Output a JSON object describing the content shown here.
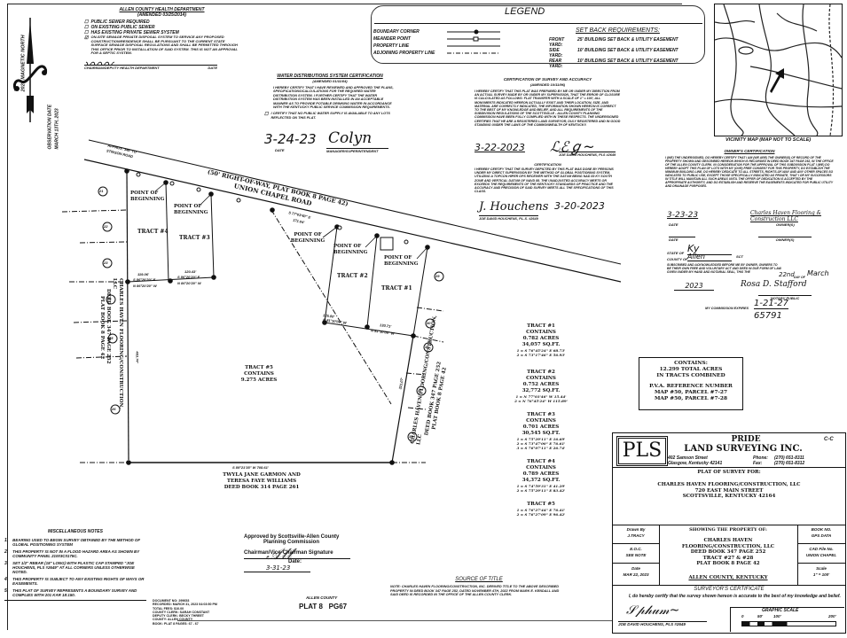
{
  "north_arrow": {
    "label": "2023 MAGNETIC NORTH",
    "observation_label": "OBSERVATION DATE",
    "observation_date": "MARCH 13TH, 2023"
  },
  "health_department": {
    "title": "ALLEN COUNTY HEALTH DEPARTMENT",
    "amended": "(AMENDED 03/25/2014)",
    "options": [
      "PUBLIC SEWER REQUIRED",
      "ON EXISTING PUBLIC SEWER",
      "HAS EXISTING PRIVATE SEWER SYSTEM",
      "ON-SITE SEWAGE PRIVATE DISPOSAL SYSTEM TO SERVICE ANY PROPOSED CONSTRUCTION/RESIDENCE SHALL BE PURSUANT TO THE CURRENT STATE SURFACE SEWAGE DISPOSAL REGULATIONS AND SHALL BE PERMITTED THROUGH THIS OFFICE PRIOR TO INSTALLATION OF SAID SYSTEM. THIS IS NOT AN APPROVAL FOR A SEPTIC SYSTEM."
    ],
    "signature_caption": "CHAIRMAN/DEPUTY HEALTH DEPARTMENT",
    "date_caption": "DATE"
  },
  "legend": {
    "title": "LEGEND",
    "items": [
      "BOUNDARY CORNER",
      "MEANDER POINT",
      "PROPERTY LINE",
      "ADJOINING PROPERTY LINE"
    ],
    "setback_title": "SET BACK REQUIREMENTS:",
    "setbacks": [
      {
        "label": "FRONT YARD:",
        "value": "25' BUILDING SET BACK & UTILITY EASEMENT"
      },
      {
        "label": "SIDE YARD:",
        "value": "10' BUILDING SET BACK & UTILITY EASEMENT"
      },
      {
        "label": "REAR YARD:",
        "value": "10' BUILDING SET BACK & UTILITY EASEMENT"
      }
    ]
  },
  "vicinity_map": {
    "caption": "VICINITY MAP (MAP NOT TO SCALE)"
  },
  "water_cert": {
    "title": "WATER DISTRIBUTIONS SYSTEM CERTIFICATION",
    "amended": "(AMENDED 01/11/04)",
    "text": "I HEREBY CERTIFY THAT I HAVE REVIEWED AND APPROVED THE PLANS, SPECIFICATIONS/CALCULATIONS FOR THE REQUIRED WATER DISTRIBUTION SYSTEM. I FURTHER CERTIFY THAT THE WATER DISTRIBUTION SYSTEM HAS BEEN INSTALLED IN AN ACCEPTABLE MANNER AS TO PROVIDE POTABLE DRINKING WATER IN ACCORDANCE WITH THE KENTUCKY PUBLIC SERVICE COMMISSION REQUIREMENTS.",
    "option": "I CERTIFY THAT NO PUBLIC WATER SUPPLY IS AVAILABLE TO ANY LOTS REFLECTED ON THIS PLAT.",
    "date": "3-24-23",
    "date_caption": "DATE",
    "signature": "Colyn",
    "signature_caption": "MANAGER/SUPERINTENDENT"
  },
  "survey_cert": {
    "title": "CERTIFICATION OF SURVEY AND ACCURACY",
    "amended": "(AMENDED 10/11/96)",
    "text": "I HEREBY CERTIFY THAT THIS PLAT WAS PREPARED BY ME OR UNDER MY DIRECTION FROM AN ACTUAL SURVEY MADE BY OR UNDER MY SUPERVISION, THAT THE ERROR OF CLOSURE IS CALCULATED AS FOLLOWS: FLAT TRANSFER WITH A SCALE OF 1\" = 100', ALL MONUMENTS INDICATED HEREON ACTUALLY EXIST AND THEIR LOCATION, SIZE, AND MATERIAL ARE CORRECTLY INDICATED, THE INFORMATION SHOWN HEREON IS CORRECT TO THE BEST OF MY KNOWLEDGE AND BELIEF, AND ALL REQUIREMENTS OF THE SUBDIVISION REGULATIONS OF THE SCOTTSVILLE - ALLEN COUNTY PLANNING COMMISSION HAVE BEEN FULLY COMPLIED WITH IN THESE RESPECTS. THE UNDERSIGNED CERTIFIES THAT HE ARE A REGISTERED LAND SURVEYOR, DULY REGISTERED AND IN GOOD STANDING UNDER THE LAWS OF THE COMMONWEALTH OF KENTUCKY.",
    "date": "3-22-2023",
    "date_caption": "DATE",
    "signer": "JOE DAVID HOUCHENS, PLS #2649"
  },
  "certification": {
    "title": "CERTIFICATION",
    "text": "I HEREBY CERTIFY THAT THE SURVEY DEPICTED BY THIS PLAT WAS DONE BY PERSONS UNDER MY DIRECT SUPERVISION BY THE METHOD OF GLOBAL POSITIONING SYSTEM, UTILIZING A TOPCON HIPER GPS RECEIVER WITH THE DATUM BEING NAD 83 KY SOUTH ZONE AND VERTICAL DATUM OF NAVD 88. THE UNADJUSTED ACCURACY MEETS OR EXCEEDS THE REQUIREMENTS OF THE KENTUCKY STANDARDS OF PRACTICE AND THE ACCURACY AND PRECISION OF SAID SURVEY MEETS ALL THE SPECIFICATIONS OF THIS CLASS.",
    "date": "3-20-2023",
    "signer": "JOE DAVID HOUCHENS, P.L.S. #2649"
  },
  "owners_cert": {
    "title": "OWNER'S CERTIFICATION",
    "text": "I (WE) THE UNDERSIGNED, DO HEREBY CERTIFY THAT I AM (WE ARE) THE OWNER(S) OF RECORD OF THE PROPERTY SHOWN AND DESCRIBED HEREON WHICH IS RECORDED IN DEED BOOK 347 PAGE 252, IN THE OFFICE OF THE ALLEN COUNTY CLERK. IN CONSIDERATION FOR THE APPROVAL OF THIS SUBDIVISION PLAT I (WE) DO HEREBY ADOPT THIS PLAN OF LOTS WITH MY (OUR) FREE CONSENT FOR THIS PROPERTY, DO ESTABLISH THE MINIMUM BUILDING LINE, DO HEREBY DEDICATE TO ALL STREETS, RIGHTS-OF-WAY AND ANY OTHER SPACES SO INDICATED TO PUBLIC USE, EXCEPT THOSE SPECIFICALLY INDICATED AS PRIVATE, THAT I OR MY SUCCESSORS IN TITLE WILL MAINTAIN ALL SUCH AREAS UNTIL THE OFFER OF DEDICATION IS ACCEPTED BY THE APPROPRIATE AUTHORITY, AND DO ESTABLISH AND RESERVE THE EASEMENTS INDICATED FOR PUBLIC UTILITY AND DRAINAGE PURPOSES.",
    "date": "3-23-23",
    "owner_signature": "Charles Haven Flooring & Construction LLC",
    "date_caption": "DATE",
    "owners_caption": "OWNER(S)",
    "state_label": "STATE OF",
    "state_value": "Ky",
    "county_label": "COUNTY OF",
    "county_value": "Allen",
    "sct": "SCT",
    "ack_text": "SUBSCRIBED AND ACKNOWLEDGED BEFORE ME BY OWNER, OWNERS TO BE THEIR OWN FREE AND VOLUNTARY ACT AND DEED IN DUE FORM OF LAW. GIVEN UNDER MY HAND AND NOTARIAL SEAL, THIS THE",
    "day": "22nd",
    "day_of": "DAY OF",
    "month": "March",
    "year": "2023",
    "notary_signature": "Rosa D. Stafford",
    "notary_caption": "NOTARY PUBLIC",
    "commission_label": "MY COMMISSION EXPIRES",
    "commission_date": "1-21-27",
    "notary_id": "65791"
  },
  "plat": {
    "road_name": "UNION CHAPEL ROAD",
    "road_row": "(50' RIGHT-OF-WAY, PLAT BOOK 8 PAGE 42)",
    "approx_note": "APPROX. 346' TO STINSON ROAD",
    "pob_label": "POINT OF BEGINNING",
    "road_calls": [
      "S 77°03'40\" E",
      "171.04'"
    ],
    "tracts": [
      {
        "name": "TRACT #4",
        "calls": [
          "119.06'",
          "S 86°20'20\" E",
          "N 86°20'20\" W",
          "119.06'",
          "N 06°36'38\" E",
          "306.50'"
        ]
      },
      {
        "name": "TRACT #3",
        "calls": [
          "120.43'",
          "S 86°20'20\" E",
          "N 86°20'20\" W",
          "120.43'",
          "S 06°36'38\" E",
          "270.16'"
        ]
      },
      {
        "name": "TRACT #2",
        "calls": [
          "125.00'",
          "N 81°10'08\" W",
          "S 81°10'08\" E",
          "125.00'",
          "S 07°09'17\" W",
          "267.09'"
        ]
      },
      {
        "name": "TRACT #1",
        "calls": [
          "130.71'",
          "N 81°10'08\" W",
          "S 81°10'08\" E",
          "130.71'",
          "S 09°09'50\" W",
          "245.09'"
        ]
      }
    ],
    "tract5": {
      "name": "TRACT #5",
      "contains": "CONTAINS",
      "acres": "9.275 ACRES"
    },
    "tract5_calls": [
      "N 06°36'38\" W",
      "483.74'",
      "S 09°09'38\" W",
      "321.07'"
    ],
    "south_line": "S 89°21'35\" W   708.61'",
    "south_adjoiner": [
      "TWYLA JANE GARMON AND",
      "TERESA FAYE WILLIAMS",
      "DEED BOOK 314 PAGE 261"
    ],
    "west_adjoiner": [
      "CHARLES HAVEN FLOORING/CONSTRUCTION, LLC",
      "DEED BOOK 347 PAGE 252",
      "PLAT BOOK 8 PAGE 42"
    ],
    "east_adjoiner": [
      "CHARLES HAVEN FLOORING/CONSTRUCTION, LLC",
      "DEED BOOK 347 PAGE 252",
      "PLAT BOOK 8 PAGE 42"
    ],
    "lot_numbers_west": [
      "21",
      "22",
      "23",
      "24",
      "25",
      "26"
    ],
    "lot_numbers_east": [
      "29",
      "30",
      "31",
      "32",
      "33"
    ]
  },
  "tract_table": [
    {
      "name": "TRACT #1",
      "contains": "CONTAINS",
      "acres": "0.782 ACRES",
      "sqft": "34,057 SQ.FT.",
      "lines": [
        "1 = S 76°45'24\" E   68.73'",
        "2 = S 73°17'46\" E   56.93'"
      ]
    },
    {
      "name": "TRACT #2",
      "contains": "CONTAINS",
      "acres": "0.752 ACRES",
      "sqft": "32,772 SQ.FT.",
      "lines": [
        "1 = N 77°03'46\" W   15.44'",
        "2 = N 76°45'24\" W   115.89'"
      ]
    },
    {
      "name": "TRACT #3",
      "contains": "CONTAINS",
      "acres": "0.701 ACRES",
      "sqft": "30,545 SQ.FT.",
      "lines": [
        "1 = S 75°29'11\" E   16.69'",
        "2 = S 73°47'00\" E   76.61'",
        "3 = S 76°07'11\" E   26.74'"
      ]
    },
    {
      "name": "TRACT #4",
      "contains": "CONTAINS",
      "acres": "0.789 ACRES",
      "sqft": "34,372 SQ.FT.",
      "lines": [
        "1 = S 74°59'31\" E   41.29'",
        "2 = S 75°29'11\" E   83.42'"
      ]
    },
    {
      "name": "TRACT #5",
      "lines": [
        "1 = S 76°27'44\" E   76.41'",
        "2 = S 76°27'09\" E   96.42'"
      ]
    }
  ],
  "contains_box": {
    "lines": [
      "CONTAINS:",
      "12.299 TOTAL ACRES",
      "IN TRACTS COMBINED"
    ],
    "pva_title": "P.V.A. REFERENCE NUMBER",
    "pva": [
      "MAP #50, PARCEL #7-27",
      "MAP #50, PARCEL #7-28"
    ]
  },
  "title_block": {
    "logo": "PLS",
    "company_line1": "PRIDE",
    "company_line2": "LAND SURVEYING INC.",
    "address1": "402 Samson Street",
    "address2": "Glasgow, Kentucky  42141",
    "phone_label": "Phone:",
    "phone": "(270) 651-8311",
    "fax_label": "Fax:",
    "fax": "(270) 651-8312",
    "code": "C-C",
    "plat_for": "PLAT OF SURVEY FOR:",
    "client": [
      "CHARLES HAVEN FLOORING/CONSTRUCTION, LLC",
      "720 EAST MAIN STREET",
      "SCOTTSVILLE, KENTUCKY 42164"
    ],
    "drawn_by_label": "Drawn By",
    "drawn_by": "J.TRACY",
    "eoc_label": "E.O.C.",
    "eoc": "SEE NOTE",
    "date_label": "Date",
    "date": "MAR 22, 2023",
    "showing": "SHOWING THE PROPERTY OF:",
    "property": [
      "CHARLES HAVEN",
      "FLOORING/CONSTRUCTION, LLC",
      "DEED BOOK 347 PAGE 252",
      "TRACT #27 & #28",
      "PLAT BOOK 8 PAGE 42"
    ],
    "county": "ALLEN COUNTY, KENTUCKY",
    "book_label": "BOOK NO.",
    "book": "GPS DATA",
    "cad_label": "CAD File No.",
    "cad": "UNION CHAPEL",
    "scale_label": "Scale",
    "scale": "1\" = 100'",
    "cert_title": "SURVEYOR'S CERTIFICATE",
    "cert_text": "I, do hereby certify that the survey shown hereon is accurate to the best of my knowledge and belief.",
    "signer": "JOE DAVID HOUCHENS, PLS #2649",
    "graphic_scale_label": "GRAPHIC SCALE",
    "graphic_scale_ticks": [
      "0",
      "50'",
      "100'",
      "200'"
    ]
  },
  "misc_notes": {
    "title": "MISCELLANEOUS NOTES",
    "notes": [
      {
        "num": "1.",
        "text": "BEARING USED TO BEGIN SURVEY OBTAINED BY THE METHOD OF GLOBAL POSITIONING SYSTEM"
      },
      {
        "num": "2.",
        "text": "THIS PROPERTY IS NOT IN A FLOOD HAZARD AREA AS SHOWN BY COMMUNITY PANEL 21003C0175C."
      },
      {
        "num": "3.",
        "text": "SET 1/2\" REBAR (18\" LONG) WITH PLASTIC CAP STAMPED \"JOE HOUCHENS, PLS #2649\" AT ALL CORNERS UNLESS OTHERWISE NOTED."
      },
      {
        "num": "4.",
        "text": "THIS PROPERTY IS SUBJECT TO ANY EXISTING RIGHTS OF WAYS OR EASEMENTS."
      },
      {
        "num": "5.",
        "text": "THIS PLAT OF SURVEY REPRESENTS A BOUNDARY SURVEY AND COMPLIES WITH 201 KAR 18:150."
      }
    ]
  },
  "recording_stamp": [
    "DOCUMENT NO: 299653",
    "RECORDED: March 31, 2023 04:03:50 PM",
    "TOTAL FEES:   $10.00",
    "COUNTY CLERK: SARAH CONSTANT",
    "DEPUTY CLERK: BECKY THREET",
    "COUNTY: ALLEN COUNTY",
    "BOOK: PLAT 8   PAGES: 67 - 67"
  ],
  "planning_approval": {
    "line1": "Approved by Scottsville-Allen County",
    "line2": "Planning Commission",
    "sig_label": "Chairman/Vice-Chairman Signature",
    "date_label": "Date:",
    "date": "3-31-23"
  },
  "plat_ref": {
    "county": "ALLEN COUNTY",
    "plat": "PLAT 8   PG67"
  },
  "source_of_title": {
    "title": "SOURCE OF TITLE",
    "text": "NOTE: CHARLES HAVEN FLOORING/CONSTRUCTION, INC. DERIVED TITLE TO THE ABOVE DESCRIBED PROPERTY IN DEED BOOK 347 PAGE 252, DATED NOVEMBER 4TH, 2022 FROM MARK E. KENDALL AND SAID DEED IS RECORDED IN THE OFFICE OF THE ALLEN COUNTY CLERK."
  }
}
